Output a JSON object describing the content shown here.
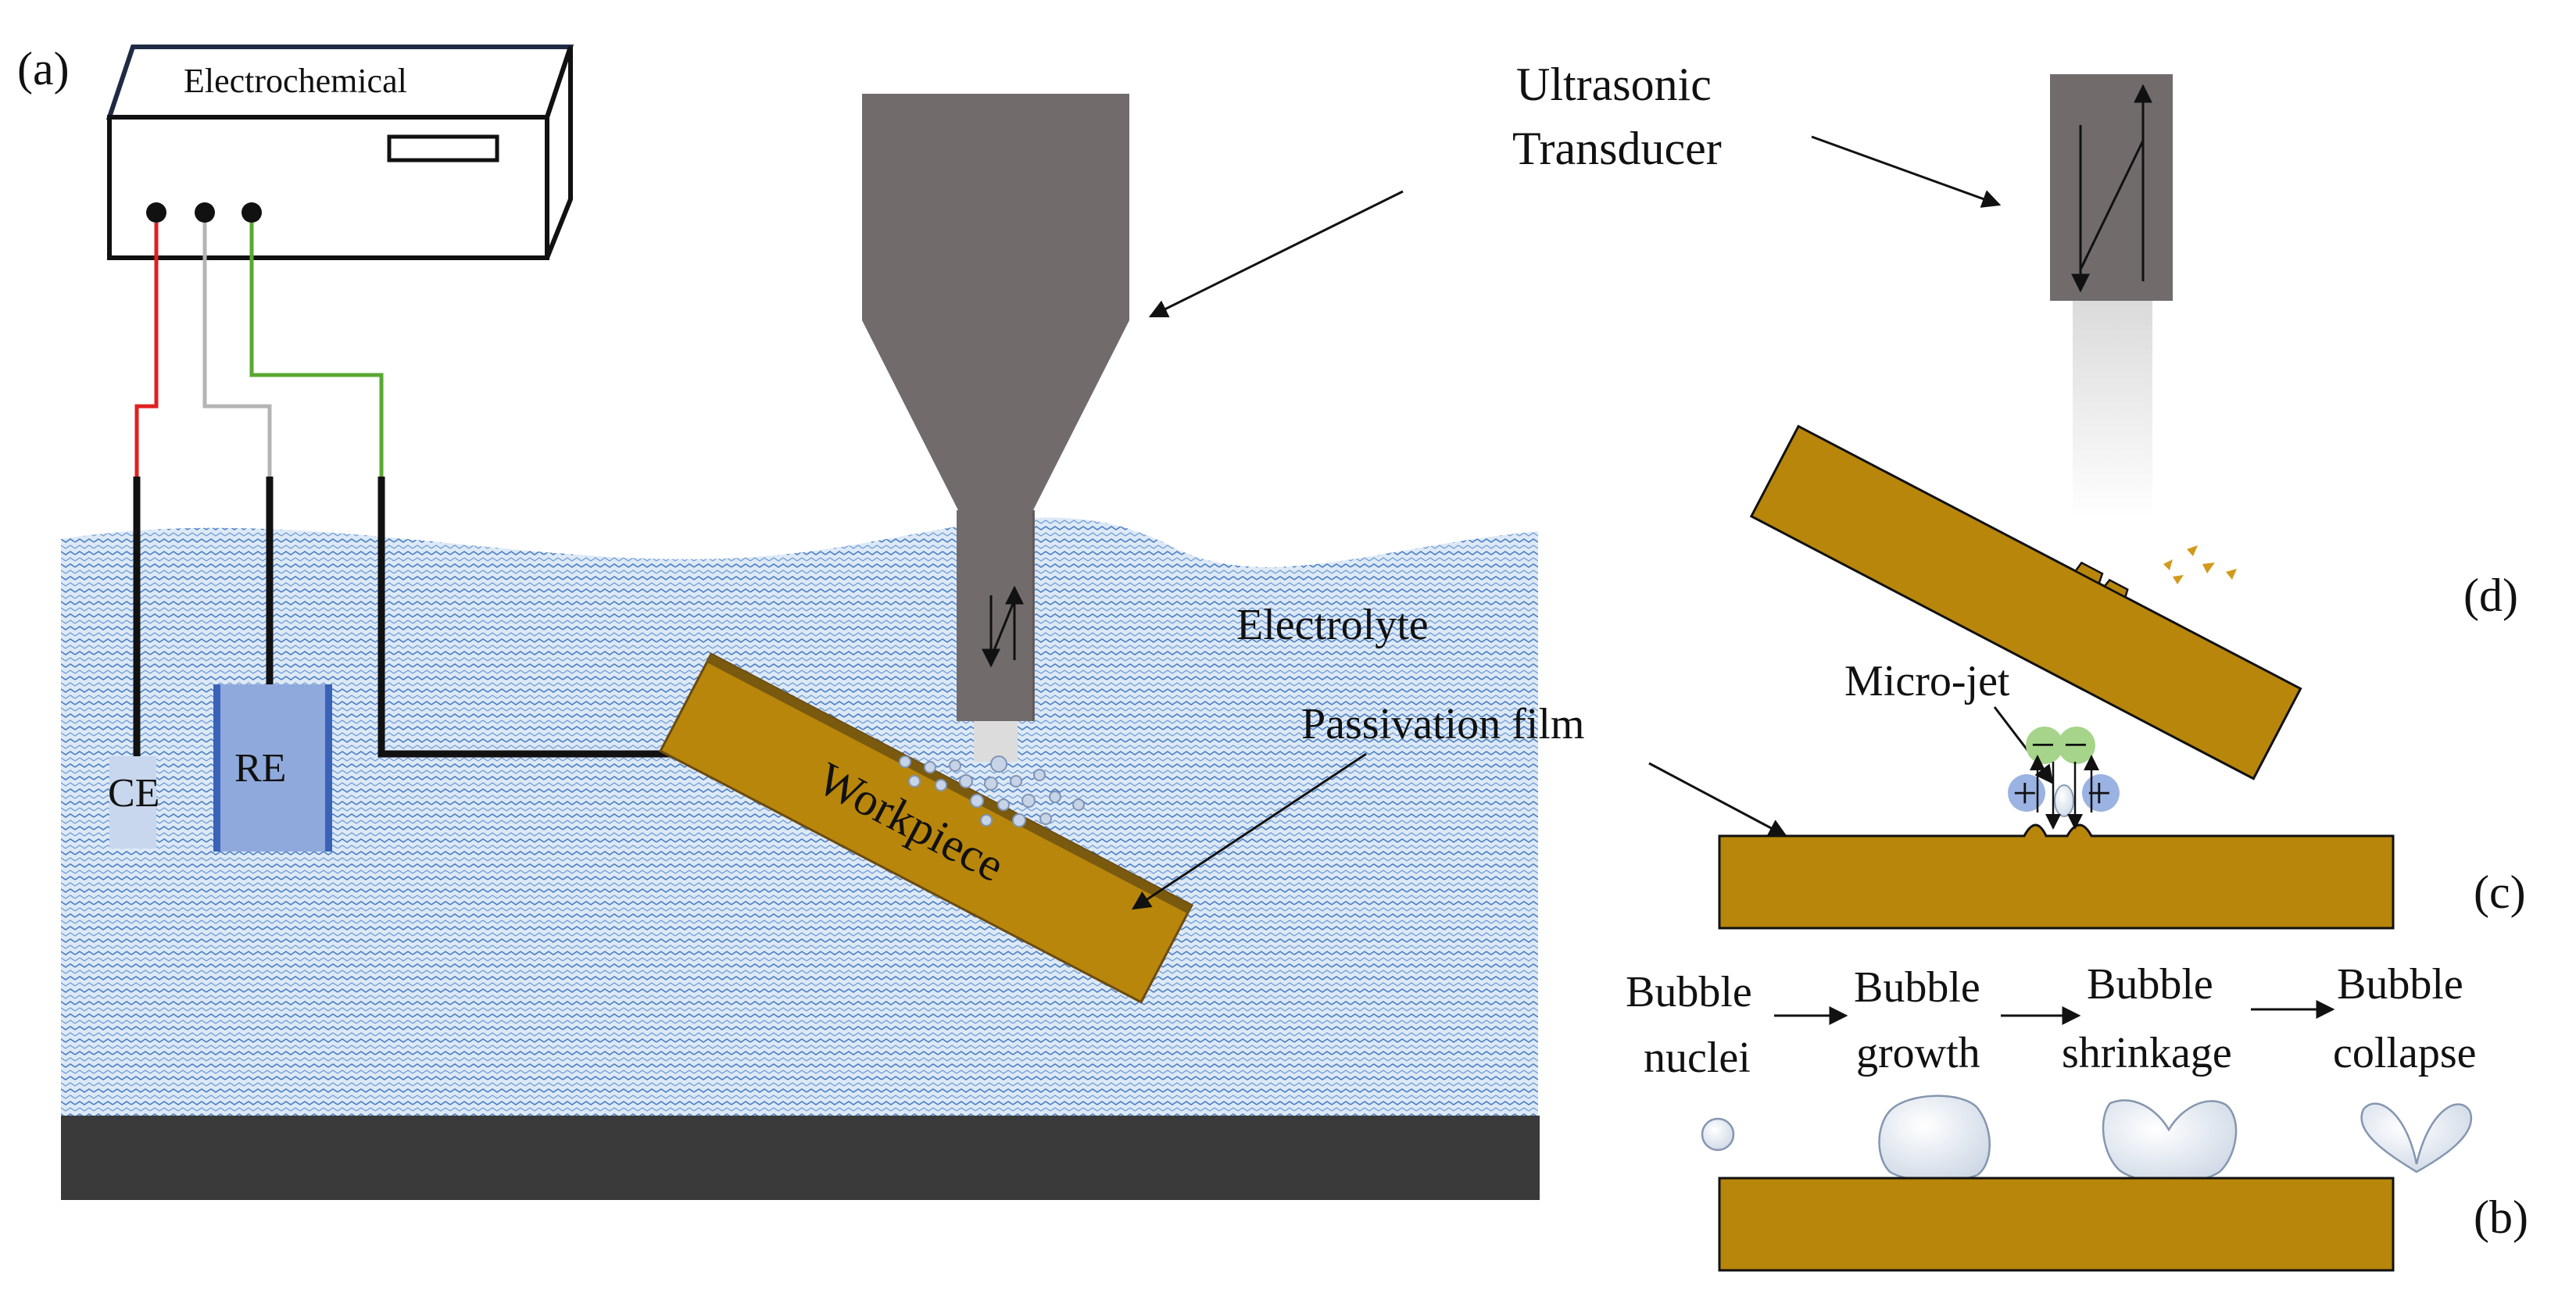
{
  "panel_labels": {
    "a": "(a)",
    "b": "(b)",
    "c": "(c)",
    "d": "(d)"
  },
  "instrument": {
    "label": "Electrochemical"
  },
  "electrodes": {
    "ce": "CE",
    "re": "RE"
  },
  "labels": {
    "electrolyte": "Electrolyte",
    "workpiece": "Workpiece",
    "passivation_film": "Passivation film",
    "ultrasonic_line1": "Ultrasonic",
    "ultrasonic_line2": "Transducer",
    "micro_jet": "Micro-jet"
  },
  "bubble_stages": [
    {
      "line1": "Bubble",
      "line2": "nuclei"
    },
    {
      "line1": "Bubble",
      "line2": "growth"
    },
    {
      "line1": "Bubble",
      "line2": "shrinkage"
    },
    {
      "line1": "Bubble",
      "line2": "collapse"
    }
  ],
  "ions": {
    "plus": "+",
    "minus": "−"
  },
  "colors": {
    "workpiece": "#b8860b",
    "transducer": "#716b6b",
    "electrolyte": "#dde9f6",
    "wave": "#4a7fc4",
    "base": "#3a3a3a",
    "wire_red": "#e0201f",
    "wire_grey": "#b4b4b4",
    "wire_green": "#5aa832",
    "reference_electrode": "#8fa9dc",
    "counter_electrode": "#c8d7ee",
    "ion_green": "#a6d48a",
    "ion_blue": "#9bb3e2"
  }
}
